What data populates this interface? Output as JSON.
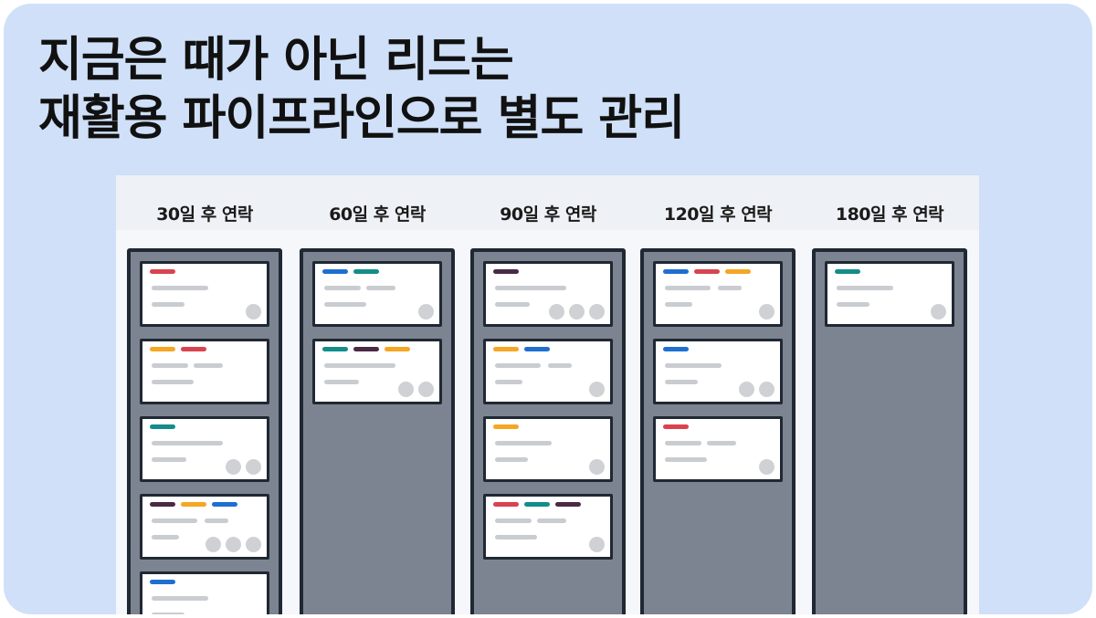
{
  "title": {
    "line1": "지금은 때가 아닌 리드는",
    "line2": "재활용 파이프라인으로 별도 관리"
  },
  "colors": {
    "background": "#cfe0f8",
    "column": "#7b8490",
    "border": "#1f2833",
    "tag_red": "#d9434e",
    "tag_orange": "#f5a623",
    "tag_blue": "#1f6fd1",
    "tag_teal": "#138d8a",
    "tag_purple": "#4a2a45"
  },
  "columns": [
    {
      "label": "30일 후 연락",
      "cards": [
        {
          "tags": [
            "red"
          ],
          "avatars": 1
        },
        {
          "tags": [
            "orange",
            "red"
          ],
          "avatars": 0
        },
        {
          "tags": [
            "teal"
          ],
          "avatars": 2
        },
        {
          "tags": [
            "purple",
            "orange",
            "blue"
          ],
          "avatars": 3
        },
        {
          "tags": [
            "blue"
          ],
          "avatars": 0
        }
      ]
    },
    {
      "label": "60일 후 연락",
      "cards": [
        {
          "tags": [
            "blue",
            "teal"
          ],
          "avatars": 1
        },
        {
          "tags": [
            "teal",
            "purple",
            "orange"
          ],
          "avatars": 2
        }
      ]
    },
    {
      "label": "90일 후 연락",
      "cards": [
        {
          "tags": [
            "purple"
          ],
          "avatars": 3
        },
        {
          "tags": [
            "orange",
            "blue"
          ],
          "avatars": 1
        },
        {
          "tags": [
            "orange"
          ],
          "avatars": 1
        },
        {
          "tags": [
            "red",
            "teal",
            "purple"
          ],
          "avatars": 1
        }
      ]
    },
    {
      "label": "120일 후 연락",
      "cards": [
        {
          "tags": [
            "blue",
            "red",
            "orange"
          ],
          "avatars": 1
        },
        {
          "tags": [
            "blue"
          ],
          "avatars": 2
        },
        {
          "tags": [
            "red"
          ],
          "avatars": 1
        }
      ]
    },
    {
      "label": "180일 후 연락",
      "cards": [
        {
          "tags": [
            "teal"
          ],
          "avatars": 1
        }
      ]
    }
  ]
}
